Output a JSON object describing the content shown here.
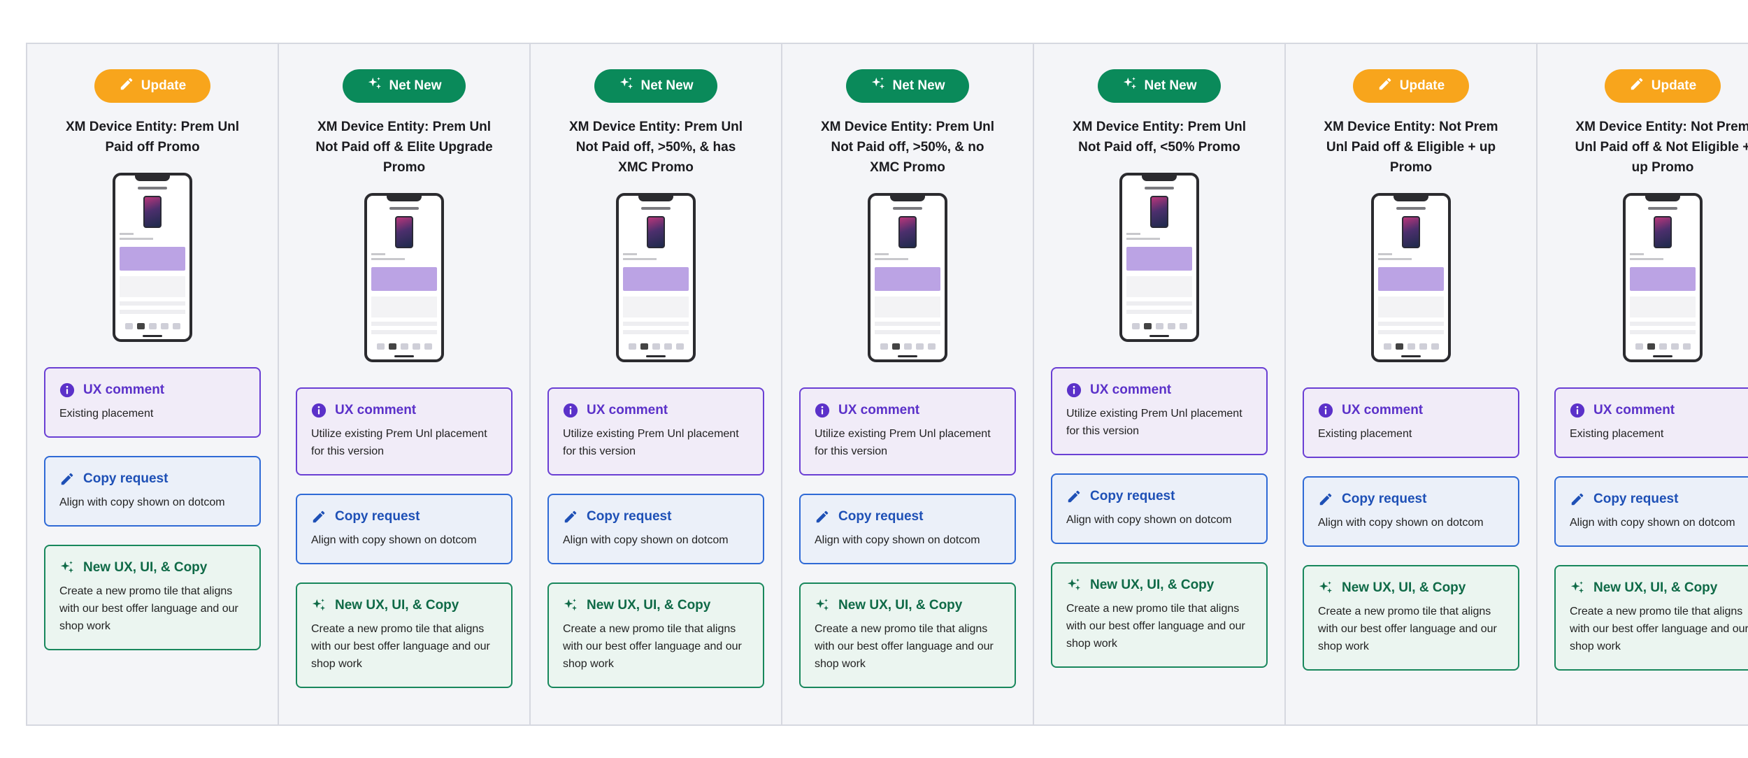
{
  "colors": {
    "update_badge": "#f8a51c",
    "netnew_badge": "#0a8a5a",
    "ux_accent": "#6a3fd4",
    "copy_accent": "#2f6ad6",
    "new_accent": "#18875c"
  },
  "columns": [
    {
      "badge_type": "update",
      "badge_icon": "pencil-icon",
      "badge_label": "Update",
      "title": "XM Device Entity: Prem Unl Paid off Promo",
      "ux_label": "UX comment",
      "ux_text": "Existing placement",
      "copy_label": "Copy request",
      "copy_text": "Align with copy shown on dotcom",
      "new_label": "New UX, UI, & Copy",
      "new_text": "Create a new promo tile that aligns with our best offer language and our shop work"
    },
    {
      "badge_type": "netnew",
      "badge_icon": "sparkle-icon",
      "badge_label": "Net New",
      "title": "XM Device Entity: Prem Unl Not Paid off & Elite Upgrade Promo",
      "ux_label": "UX comment",
      "ux_text": "Utilize existing Prem Unl placement for this version",
      "copy_label": "Copy request",
      "copy_text": "Align with copy shown on dotcom",
      "new_label": "New UX, UI, & Copy",
      "new_text": "Create a new promo tile that aligns with our best offer language and our shop work"
    },
    {
      "badge_type": "netnew",
      "badge_icon": "sparkle-icon",
      "badge_label": "Net New",
      "title": "XM Device Entity: Prem Unl Not Paid off, >50%, & has XMC Promo",
      "ux_label": "UX comment",
      "ux_text": "Utilize existing Prem Unl placement for this version",
      "copy_label": "Copy request",
      "copy_text": "Align with copy shown on dotcom",
      "new_label": "New UX, UI, & Copy",
      "new_text": "Create a new promo tile that aligns with our best offer language and our shop work"
    },
    {
      "badge_type": "netnew",
      "badge_icon": "sparkle-icon",
      "badge_label": "Net New",
      "title": "XM Device Entity: Prem Unl Not Paid off, >50%, & no XMC Promo",
      "ux_label": "UX comment",
      "ux_text": "Utilize existing Prem Unl placement for this version",
      "copy_label": "Copy request",
      "copy_text": "Align with copy shown on dotcom",
      "new_label": "New UX, UI, & Copy",
      "new_text": "Create a new promo tile that aligns with our best offer language and our shop work"
    },
    {
      "badge_type": "netnew",
      "badge_icon": "sparkle-icon",
      "badge_label": "Net New",
      "title": "XM Device Entity: Prem Unl Not Paid off, <50% Promo",
      "ux_label": "UX comment",
      "ux_text": "Utilize existing Prem Unl placement for this version",
      "copy_label": "Copy request",
      "copy_text": "Align with copy shown on dotcom",
      "new_label": "New UX, UI, & Copy",
      "new_text": "Create a new promo tile that aligns with our best offer language and our shop work"
    },
    {
      "badge_type": "update",
      "badge_icon": "pencil-icon",
      "badge_label": "Update",
      "title": "XM Device Entity: Not Prem Unl Paid off & Eligible + up Promo",
      "ux_label": "UX comment",
      "ux_text": "Existing placement",
      "copy_label": "Copy request",
      "copy_text": "Align with copy shown on dotcom",
      "new_label": "New UX, UI, & Copy",
      "new_text": "Create a new promo tile that aligns with our best offer language and our shop work"
    },
    {
      "badge_type": "update",
      "badge_icon": "pencil-icon",
      "badge_label": "Update",
      "title": "XM Device Entity: Not Prem Unl Paid off & Not Eligible + up Promo",
      "ux_label": "UX comment",
      "ux_text": "Existing placement",
      "copy_label": "Copy request",
      "copy_text": "Align with copy shown on dotcom",
      "new_label": "New UX, UI, & Copy",
      "new_text": "Create a new promo tile that aligns with our best offer language and our shop work"
    }
  ]
}
